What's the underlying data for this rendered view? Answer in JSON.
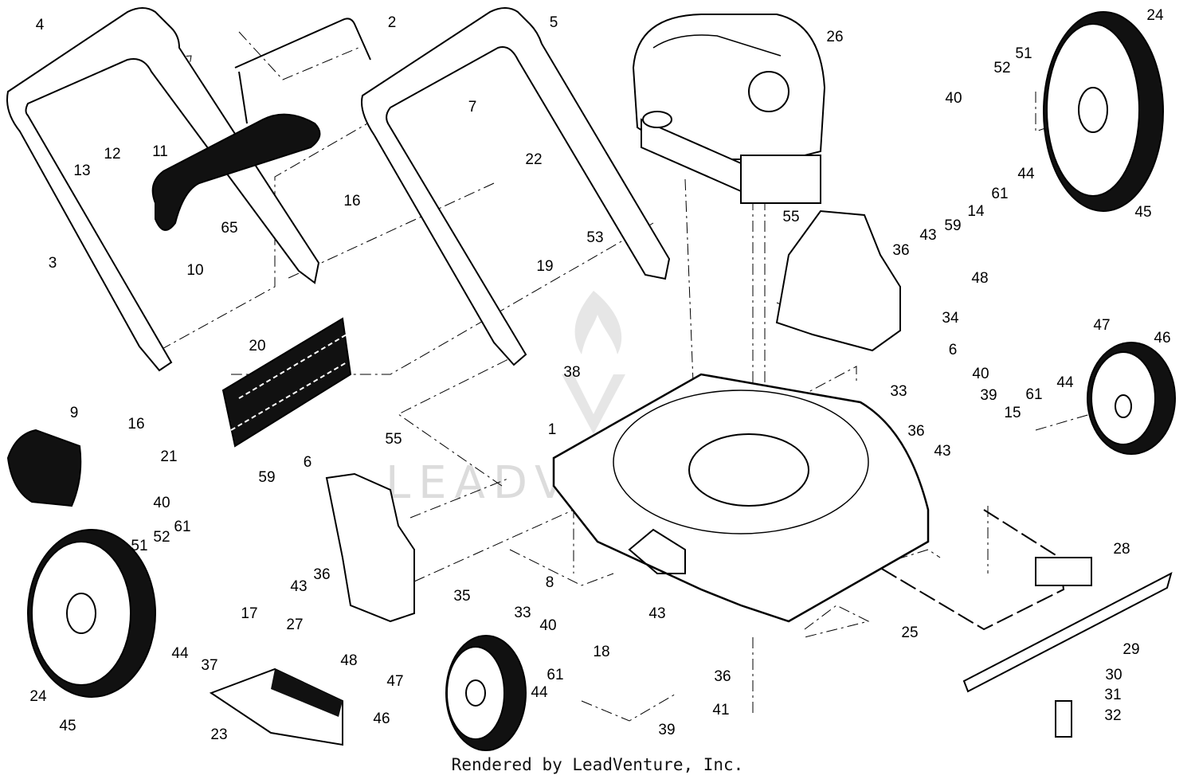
{
  "callouts": [
    {
      "id": "c4",
      "text": "4"
    },
    {
      "id": "c2",
      "text": "2"
    },
    {
      "id": "c5",
      "text": "5"
    },
    {
      "id": "c26",
      "text": "26"
    },
    {
      "id": "c24a",
      "text": "24"
    },
    {
      "id": "c40a",
      "text": "40"
    },
    {
      "id": "c52a",
      "text": "52"
    },
    {
      "id": "c51a",
      "text": "51"
    },
    {
      "id": "c7",
      "text": "7"
    },
    {
      "id": "c12",
      "text": "12"
    },
    {
      "id": "c11",
      "text": "11"
    },
    {
      "id": "c13",
      "text": "13"
    },
    {
      "id": "c22",
      "text": "22"
    },
    {
      "id": "c65",
      "text": "65"
    },
    {
      "id": "c16a",
      "text": "16"
    },
    {
      "id": "c3",
      "text": "3"
    },
    {
      "id": "c10",
      "text": "10"
    },
    {
      "id": "c53",
      "text": "53"
    },
    {
      "id": "c19",
      "text": "19"
    },
    {
      "id": "c55a",
      "text": "55"
    },
    {
      "id": "c36a",
      "text": "36"
    },
    {
      "id": "c43a",
      "text": "43"
    },
    {
      "id": "c59a",
      "text": "59"
    },
    {
      "id": "c14",
      "text": "14"
    },
    {
      "id": "c61a",
      "text": "61"
    },
    {
      "id": "c44a",
      "text": "44"
    },
    {
      "id": "c45a",
      "text": "45"
    },
    {
      "id": "c48a",
      "text": "48"
    },
    {
      "id": "c34",
      "text": "34"
    },
    {
      "id": "c6a",
      "text": "6"
    },
    {
      "id": "c47a",
      "text": "47"
    },
    {
      "id": "c46a",
      "text": "46"
    },
    {
      "id": "c20",
      "text": "20"
    },
    {
      "id": "c16b",
      "text": "16"
    },
    {
      "id": "c38",
      "text": "38"
    },
    {
      "id": "c40b",
      "text": "40"
    },
    {
      "id": "c33a",
      "text": "33"
    },
    {
      "id": "c39a",
      "text": "39"
    },
    {
      "id": "c61b",
      "text": "61"
    },
    {
      "id": "c44b",
      "text": "44"
    },
    {
      "id": "c9",
      "text": "9"
    },
    {
      "id": "c1",
      "text": "1"
    },
    {
      "id": "c15",
      "text": "15"
    },
    {
      "id": "c6b",
      "text": "6"
    },
    {
      "id": "c21",
      "text": "21"
    },
    {
      "id": "c55b",
      "text": "55"
    },
    {
      "id": "c36b",
      "text": "36"
    },
    {
      "id": "c43b",
      "text": "43"
    },
    {
      "id": "c40c",
      "text": "40"
    },
    {
      "id": "c59b",
      "text": "59"
    },
    {
      "id": "c28",
      "text": "28"
    },
    {
      "id": "c51b",
      "text": "51"
    },
    {
      "id": "c52b",
      "text": "52"
    },
    {
      "id": "c61c",
      "text": "61"
    },
    {
      "id": "c43c",
      "text": "43"
    },
    {
      "id": "c36c",
      "text": "36"
    },
    {
      "id": "c17",
      "text": "17"
    },
    {
      "id": "c35",
      "text": "35"
    },
    {
      "id": "c33b",
      "text": "33"
    },
    {
      "id": "c8",
      "text": "8"
    },
    {
      "id": "c40d",
      "text": "40"
    },
    {
      "id": "c43d",
      "text": "43"
    },
    {
      "id": "c25",
      "text": "25"
    },
    {
      "id": "c29",
      "text": "29"
    },
    {
      "id": "c27",
      "text": "27"
    },
    {
      "id": "c44c",
      "text": "44"
    },
    {
      "id": "c48b",
      "text": "48"
    },
    {
      "id": "c18",
      "text": "18"
    },
    {
      "id": "c36d",
      "text": "36"
    },
    {
      "id": "c30",
      "text": "30"
    },
    {
      "id": "c37",
      "text": "37"
    },
    {
      "id": "c47b",
      "text": "47"
    },
    {
      "id": "c61d",
      "text": "61"
    },
    {
      "id": "c31",
      "text": "31"
    },
    {
      "id": "c24b",
      "text": "24"
    },
    {
      "id": "c45b",
      "text": "45"
    },
    {
      "id": "c41",
      "text": "41"
    },
    {
      "id": "c32",
      "text": "32"
    },
    {
      "id": "c23",
      "text": "23"
    },
    {
      "id": "c46b",
      "text": "46"
    },
    {
      "id": "c44d",
      "text": "44"
    },
    {
      "id": "c39b",
      "text": "39"
    }
  ],
  "watermark": "LEADVENTURE",
  "footer": "Rendered by LeadVenture, Inc."
}
